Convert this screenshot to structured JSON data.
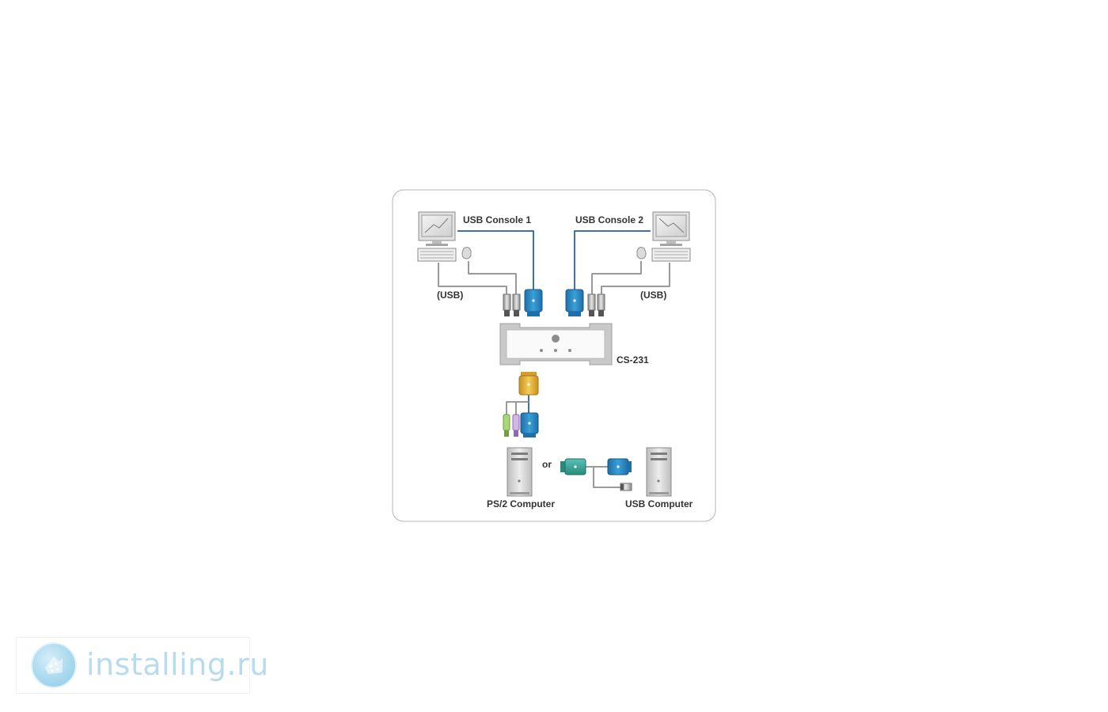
{
  "diagram": {
    "console1_label": "USB Console 1",
    "console2_label": "USB Console 2",
    "usb_left_label": "(USB)",
    "usb_right_label": "(USB)",
    "device_label": "CS-231",
    "or_label": "or",
    "ps2_computer_label": "PS/2 Computer",
    "usb_computer_label": "USB Computer"
  },
  "colors": {
    "cable_blue": "#3f6fb5",
    "cable_gray": "#9a9a9a",
    "vga_blue": "#2a8cc4",
    "vga_yellow": "#e7b53a",
    "adapter_teal": "#3aa89a",
    "ps2_green": "#8bc34a",
    "ps2_purple": "#b38ad0",
    "device_gray": "#c9c9c9"
  },
  "icons": [
    "monitor-icon",
    "keyboard-icon",
    "mouse-icon",
    "vga-connector-icon",
    "usb-plug-icon",
    "ps2-plug-icon",
    "tower-computer-icon",
    "logo-icon"
  ],
  "watermark": {
    "text": "installing.ru"
  }
}
